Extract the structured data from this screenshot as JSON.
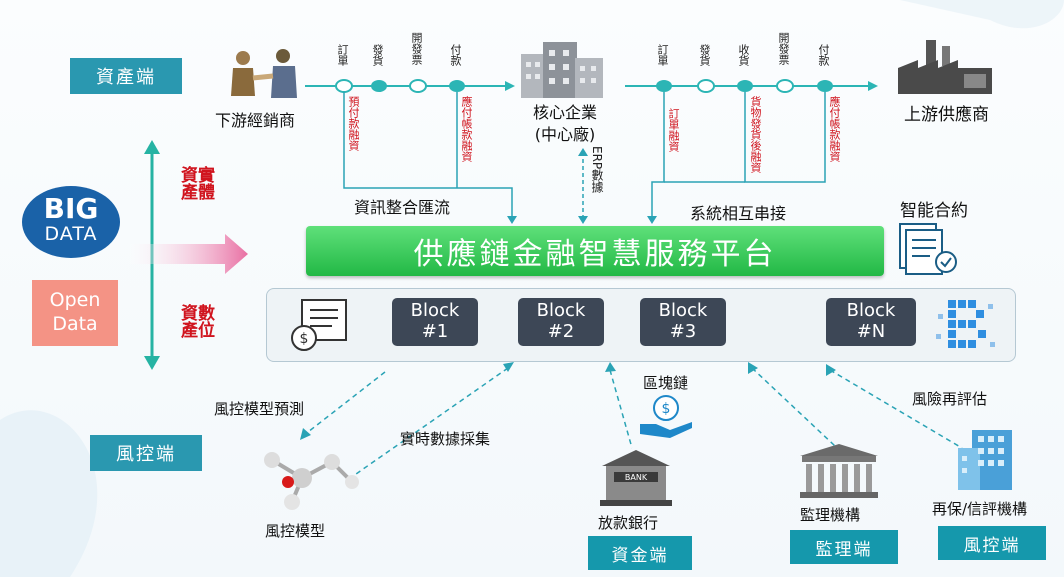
{
  "sides": {
    "asset": "資產端",
    "risk": "風控端"
  },
  "big_data": {
    "line1": "BIG",
    "line2": "DATA"
  },
  "open_data": {
    "line1": "Open",
    "line2": "Data"
  },
  "assets_labels": {
    "physical": "實體資產",
    "digital": "數位資產"
  },
  "parties": {
    "downstream": "下游經銷商",
    "core": "核心企業\n(中心廠)",
    "upstream": "上游供應商"
  },
  "left_flow": [
    "訂單",
    "發貨",
    "開發票",
    "付款"
  ],
  "right_flow": [
    "訂單",
    "發貨",
    "收貨",
    "開發票",
    "付款"
  ],
  "red_left": [
    "預付款融資",
    "應付帳款融資"
  ],
  "red_right": [
    "訂單融資",
    "貨物發貨後融資",
    "應付帳款融資"
  ],
  "erp": "ERP數據",
  "info_flow": "資訊整合匯流",
  "sys_connect": "系統相互串接",
  "smart_contract": "智能合約",
  "platform": "供應鏈金融智慧服務平台",
  "blocks": [
    {
      "name": "Block",
      "id": "#1"
    },
    {
      "name": "Block",
      "id": "#2"
    },
    {
      "name": "Block",
      "id": "#3"
    },
    {
      "name": "Block",
      "id": "#N"
    }
  ],
  "blockchain": "區塊鏈",
  "risk_predict": "風控模型預測",
  "realtime": "實時數據採集",
  "risk_reassess": "風險再評估",
  "risk_model": "風控模型",
  "bank": {
    "label": "放款銀行",
    "sign": "BANK",
    "box": "資金端"
  },
  "regulator": {
    "label": "監理機構",
    "box": "監理端"
  },
  "reinsurance": {
    "label": "再保/信評機構",
    "box": "風控端"
  },
  "colors": {
    "teal": "#2a98b0",
    "platform_green": "#2fc94f",
    "block_dark": "#3d4756",
    "arrow_orange": "#f5a800",
    "red_text": "#d0141e"
  }
}
